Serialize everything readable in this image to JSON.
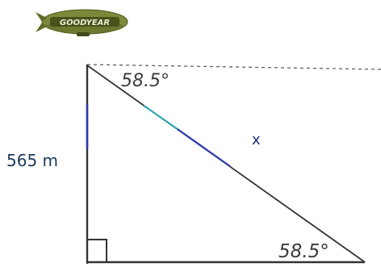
{
  "blimp": {
    "logo_text": "GOODYEAR"
  },
  "labels": {
    "height": "565 m",
    "hypotenuse": "x",
    "angle_top": "58.5°",
    "angle_bottom": "58.5°"
  },
  "colors": {
    "line": "#333333",
    "label_x": "#1f2a7a",
    "label_height": "#1b3a5c",
    "blimp_body": "#7a8a3a",
    "blimp_band": "#3f4a18",
    "highlight_blue": "#2a3cc8",
    "highlight_teal": "#2bb5c8"
  }
}
